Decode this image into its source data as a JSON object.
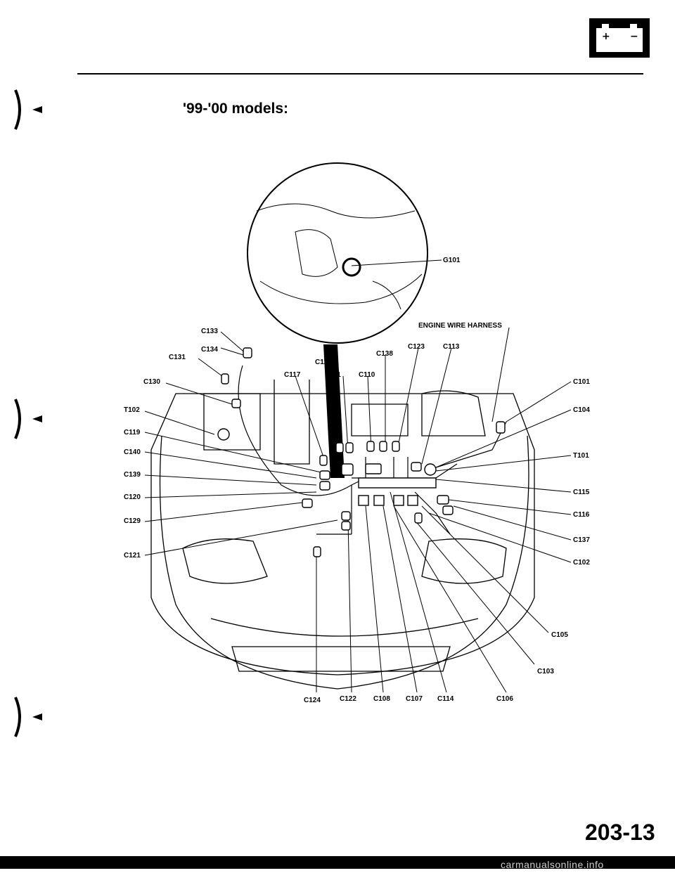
{
  "page": {
    "heading": "'99-'00 models:",
    "page_number": "203-13",
    "watermark": "carmanualsonline.info"
  },
  "icons": {
    "battery": "battery-icon",
    "bullet": "arrow-bullet-icon"
  },
  "labels": {
    "c133": "C133",
    "c134": "C134",
    "c131": "C131",
    "c130": "C130",
    "t102": "T102",
    "c119": "C119",
    "c140": "C140",
    "c139": "C139",
    "c120": "C120",
    "c129": "C129",
    "c121": "C121",
    "c112": "C112",
    "c117": "C117",
    "c111": "C111",
    "c110": "C110",
    "c138": "C138",
    "c123": "C123",
    "c113": "C113",
    "g101": "G101",
    "engine_harness": "ENGINE WIRE HARNESS",
    "c101": "C101",
    "c104": "C104",
    "t101": "T101",
    "c115": "C115",
    "c116": "C116",
    "c137": "C137",
    "c102": "C102",
    "c105": "C105",
    "c103": "C103",
    "c124": "C124",
    "c122": "C122",
    "c108": "C108",
    "c107": "C107",
    "c114": "C114",
    "c106": "C106"
  }
}
